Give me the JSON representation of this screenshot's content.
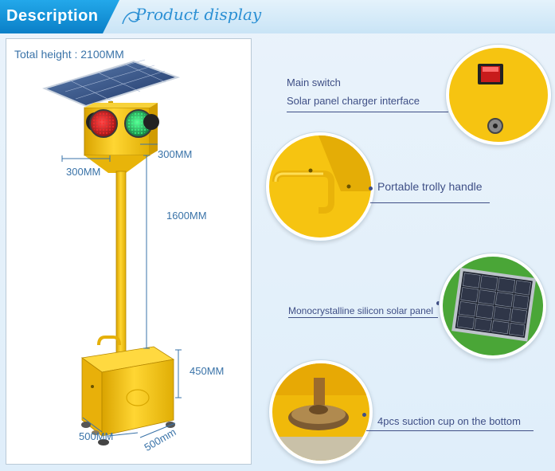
{
  "header": {
    "title": "Description",
    "subtitle": "Product display"
  },
  "frame": {
    "total_height": "Total height : 2100MM",
    "dimensions": {
      "width_left": "300MM",
      "width_right": "300MM",
      "pole": "1600MM",
      "base_height": "450MM",
      "base_width": "500MM",
      "base_depth": "500mm"
    }
  },
  "features": {
    "switch_line1": "Main switch",
    "switch_line2": "Solar panel charger interface",
    "handle": "Portable trolly handle",
    "solar_panel": "Monocrystalline silicon solar panel",
    "suction_cup": "4pcs suction cup on the bottom"
  },
  "colors": {
    "accent_blue": "#1694db",
    "text_blue": "#3a73a8",
    "body_yellow": "#f4c414",
    "callout_text": "#3f4f86"
  }
}
